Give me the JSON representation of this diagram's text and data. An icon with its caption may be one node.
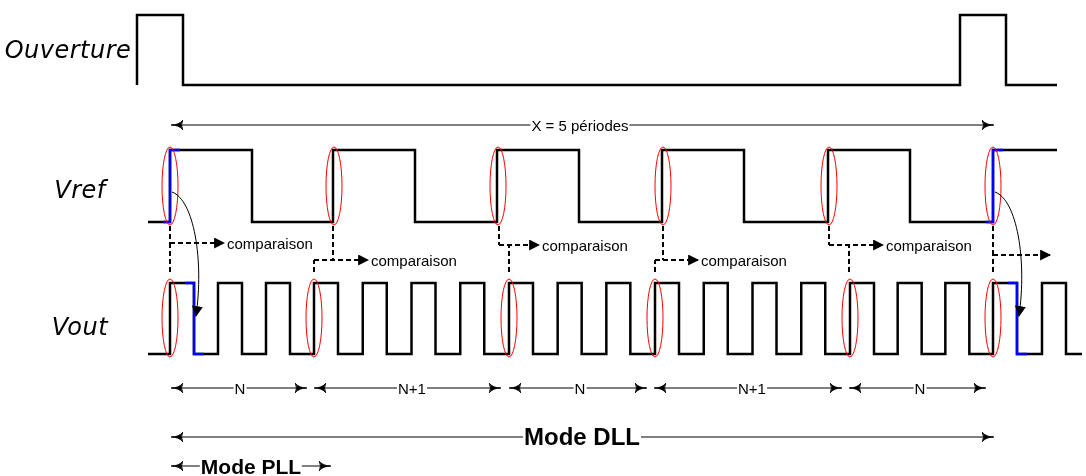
{
  "diagram": {
    "labels": [
      "Ouverture",
      "X = 5 périodes",
      "Vref",
      "comparaison",
      "comparaison",
      "comparaison",
      "comparaison",
      "comparaison",
      "Vout",
      "N",
      "N+1",
      "N",
      "N+1",
      "N",
      "Mode DLL",
      "Mode PLL"
    ]
  }
}
